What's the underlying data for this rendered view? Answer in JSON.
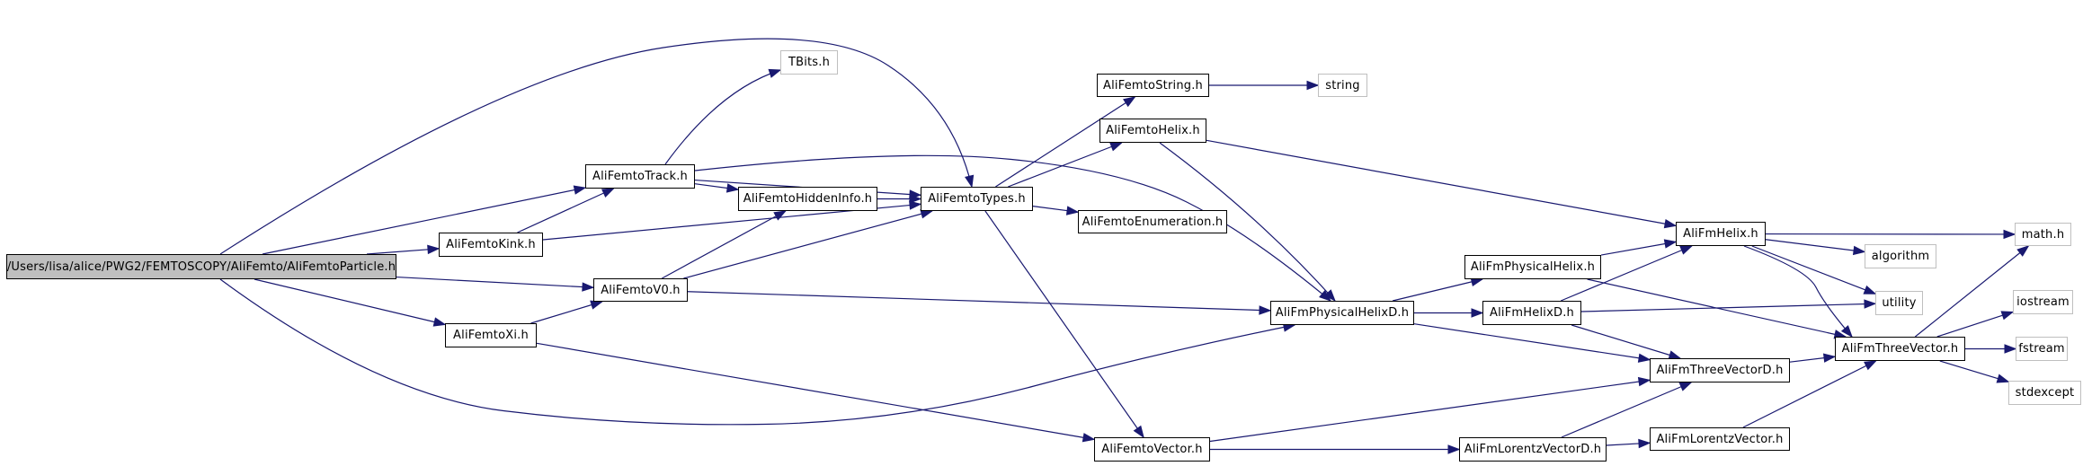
{
  "diagram": {
    "type": "include-dependency-graph",
    "root": "root",
    "colors": {
      "edge": "#191970",
      "node_border": "#000000",
      "external_border": "#bfbfbf",
      "root_fill": "#bfbfbf"
    },
    "nodes": {
      "root": {
        "label": "/Users/lisa/alice/PWG2/FEMTOSCOPY/AliFemto/AliFemtoParticle.h",
        "kind": "root"
      },
      "track": {
        "label": "AliFemtoTrack.h",
        "kind": "documented"
      },
      "kink": {
        "label": "AliFemtoKink.h",
        "kind": "documented"
      },
      "v0": {
        "label": "AliFemtoV0.h",
        "kind": "documented"
      },
      "xi": {
        "label": "AliFemtoXi.h",
        "kind": "documented"
      },
      "tbits": {
        "label": "TBits.h",
        "kind": "external"
      },
      "hidden": {
        "label": "AliFemtoHiddenInfo.h",
        "kind": "documented"
      },
      "types": {
        "label": "AliFemtoTypes.h",
        "kind": "documented"
      },
      "string_h": {
        "label": "AliFemtoString.h",
        "kind": "documented"
      },
      "string": {
        "label": "string",
        "kind": "external"
      },
      "fhelix": {
        "label": "AliFemtoHelix.h",
        "kind": "documented"
      },
      "enum": {
        "label": "AliFemtoEnumeration.h",
        "kind": "documented"
      },
      "fvector": {
        "label": "AliFemtoVector.h",
        "kind": "documented"
      },
      "phelixd": {
        "label": "AliFmPhysicalHelixD.h",
        "kind": "documented"
      },
      "phelix": {
        "label": "AliFmPhysicalHelix.h",
        "kind": "documented"
      },
      "helixd": {
        "label": "AliFmHelixD.h",
        "kind": "documented"
      },
      "helix": {
        "label": "AliFmHelix.h",
        "kind": "documented"
      },
      "tvd": {
        "label": "AliFmThreeVectorD.h",
        "kind": "documented"
      },
      "tv": {
        "label": "AliFmThreeVector.h",
        "kind": "documented"
      },
      "lvd": {
        "label": "AliFmLorentzVectorD.h",
        "kind": "documented"
      },
      "lv": {
        "label": "AliFmLorentzVector.h",
        "kind": "documented"
      },
      "math": {
        "label": "math.h",
        "kind": "external"
      },
      "algorithm": {
        "label": "algorithm",
        "kind": "external"
      },
      "utility": {
        "label": "utility",
        "kind": "external"
      },
      "iostream": {
        "label": "iostream",
        "kind": "external"
      },
      "fstream": {
        "label": "fstream",
        "kind": "external"
      },
      "stdexcept": {
        "label": "stdexcept",
        "kind": "external"
      }
    },
    "edges": [
      [
        "root",
        "types"
      ],
      [
        "root",
        "track"
      ],
      [
        "root",
        "kink"
      ],
      [
        "root",
        "v0"
      ],
      [
        "root",
        "xi"
      ],
      [
        "root",
        "phelixd"
      ],
      [
        "track",
        "tbits"
      ],
      [
        "track",
        "types"
      ],
      [
        "track",
        "hidden"
      ],
      [
        "track",
        "phelixd"
      ],
      [
        "kink",
        "track"
      ],
      [
        "kink",
        "types"
      ],
      [
        "v0",
        "hidden"
      ],
      [
        "v0",
        "types"
      ],
      [
        "v0",
        "phelixd"
      ],
      [
        "xi",
        "v0"
      ],
      [
        "xi",
        "fvector"
      ],
      [
        "hidden",
        "types"
      ],
      [
        "types",
        "string_h"
      ],
      [
        "types",
        "fhelix"
      ],
      [
        "types",
        "enum"
      ],
      [
        "types",
        "fvector"
      ],
      [
        "string_h",
        "string"
      ],
      [
        "fhelix",
        "helix"
      ],
      [
        "fhelix",
        "phelixd"
      ],
      [
        "phelixd",
        "phelix"
      ],
      [
        "phelixd",
        "helixd"
      ],
      [
        "phelixd",
        "tvd"
      ],
      [
        "phelix",
        "helix"
      ],
      [
        "phelix",
        "tv"
      ],
      [
        "helixd",
        "helix"
      ],
      [
        "helixd",
        "utility"
      ],
      [
        "helixd",
        "tvd"
      ],
      [
        "helix",
        "math"
      ],
      [
        "helix",
        "algorithm"
      ],
      [
        "helix",
        "utility"
      ],
      [
        "helix",
        "tv"
      ],
      [
        "fvector",
        "tvd"
      ],
      [
        "fvector",
        "lvd"
      ],
      [
        "lvd",
        "tvd"
      ],
      [
        "lvd",
        "lv"
      ],
      [
        "tvd",
        "tv"
      ],
      [
        "lv",
        "tv"
      ],
      [
        "tv",
        "math"
      ],
      [
        "tv",
        "iostream"
      ],
      [
        "tv",
        "fstream"
      ],
      [
        "tv",
        "stdexcept"
      ]
    ]
  }
}
